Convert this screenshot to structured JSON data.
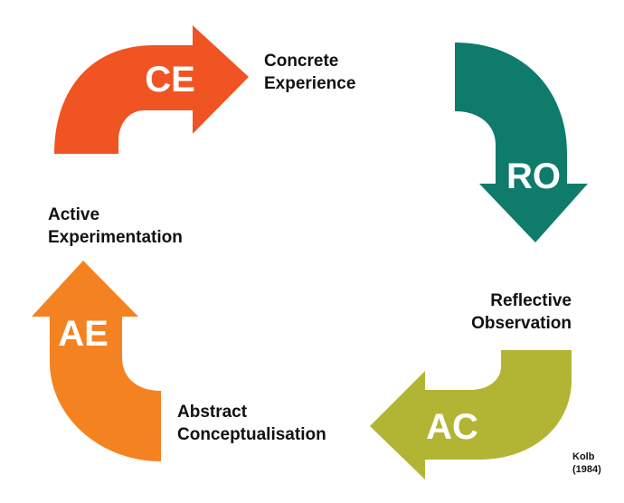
{
  "stages": [
    {
      "abbr": "CE",
      "line1": "Concrete",
      "line2": "Experience",
      "color": "#f05423"
    },
    {
      "abbr": "RO",
      "line1": "Reflective",
      "line2": "Observation",
      "color": "#0e7b6b"
    },
    {
      "abbr": "AC",
      "line1": "Abstract",
      "line2": "Conceptualisation",
      "color": "#b2b534"
    },
    {
      "abbr": "AE",
      "line1": "Active",
      "line2": "Experimentation",
      "color": "#f58220"
    }
  ],
  "citation": {
    "author": "Kolb",
    "year": "(1984)"
  }
}
